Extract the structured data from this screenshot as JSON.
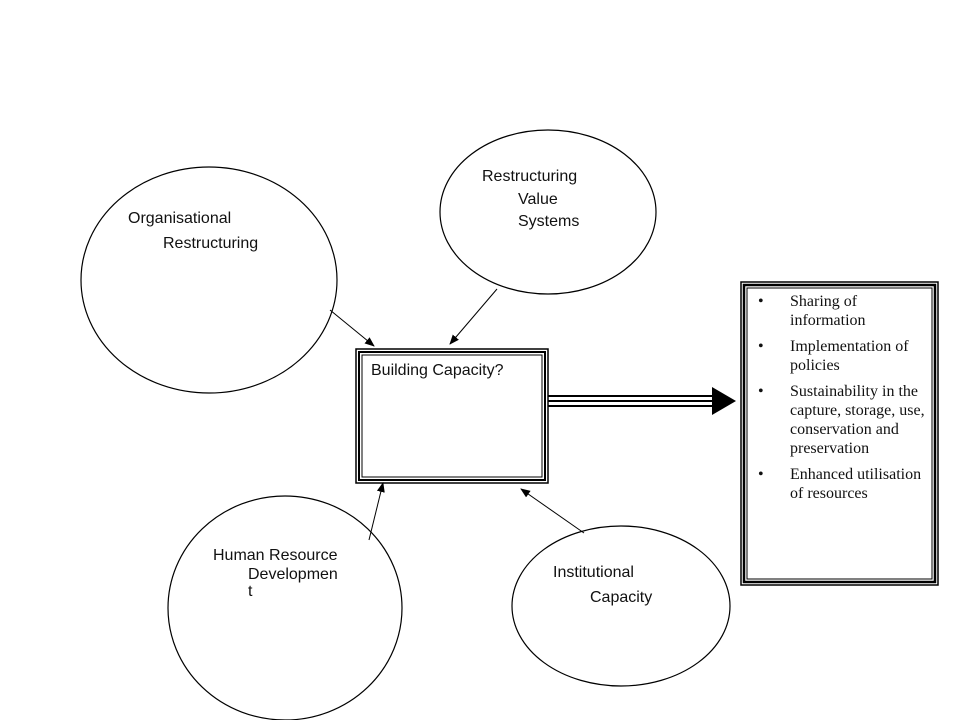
{
  "nodes": {
    "organisational": {
      "line1": "Organisational",
      "line2": "Restructuring"
    },
    "value_systems": {
      "line1": "Restructuring",
      "line2": "Value",
      "line3": "Systems"
    },
    "building_capacity": {
      "label": "Building Capacity?"
    },
    "human_resource": {
      "line1": "Human Resource",
      "line2": "Developmen",
      "line3": "t"
    },
    "institutional": {
      "line1": "Institutional",
      "line2": "Capacity"
    }
  },
  "outcomes": [
    {
      "bullet": "•",
      "text": "Sharing of information"
    },
    {
      "bullet": "•",
      "text": "Implementation of policies"
    },
    {
      "bullet": "•",
      "text": "Sustainability in the capture, storage, use, conservation and preservation"
    },
    {
      "bullet": "•",
      "text": "Enhanced utilisation of resources"
    }
  ]
}
